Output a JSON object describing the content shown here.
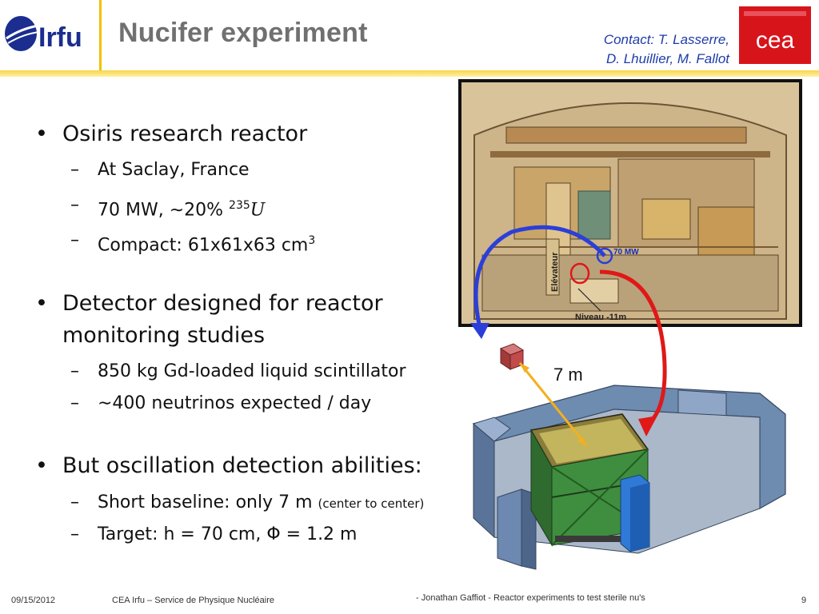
{
  "header": {
    "logo_text": "Irfu",
    "title": "Nucifer experiment",
    "contact_lines": [
      "Contact: T. Lasserre,",
      "D. Lhuillier, M. Fallot"
    ],
    "cea_logo_text": "cea"
  },
  "bullets": [
    {
      "text": "Osiris research reactor",
      "subitems": [
        {
          "text": "At Saclay, France"
        },
        {
          "text": "70 MW, ∼20% ",
          "sup": "235",
          "tail": "U"
        },
        {
          "text": "Compact: 61x61x63 cm",
          "sup": "3"
        }
      ]
    },
    {
      "lines": [
        "Detector designed for reactor",
        "monitoring studies"
      ],
      "subitems": [
        {
          "text": "850 kg Gd-loaded liquid scintillator"
        },
        {
          "text": "∼400 neutrinos expected / day"
        }
      ]
    },
    {
      "text": "But oscillation detection abilities:",
      "subitems": [
        {
          "text": "Short baseline: only 7 m ",
          "small": "(center to center)"
        },
        {
          "text": "Target: h = 70 cm, Φ = 1.2 m"
        }
      ]
    }
  ],
  "figure": {
    "power_label": "70 MW",
    "elevator_label": "Elévateur",
    "level_label": "Niveau -11m",
    "distance_label": "7 m"
  },
  "footer": {
    "date": "09/15/2012",
    "org": "CEA Irfu – Service de Physique Nucléaire",
    "talk": "- Jonathan Gaffiot - Reactor experiments to test sterile nu's",
    "page": "9"
  },
  "colors": {
    "title": "#707070",
    "contact": "#1e3ca8",
    "accent_yellow": "#f2c100",
    "cea_red": "#d8141b",
    "irfu_blue": "#1b2d8f"
  }
}
